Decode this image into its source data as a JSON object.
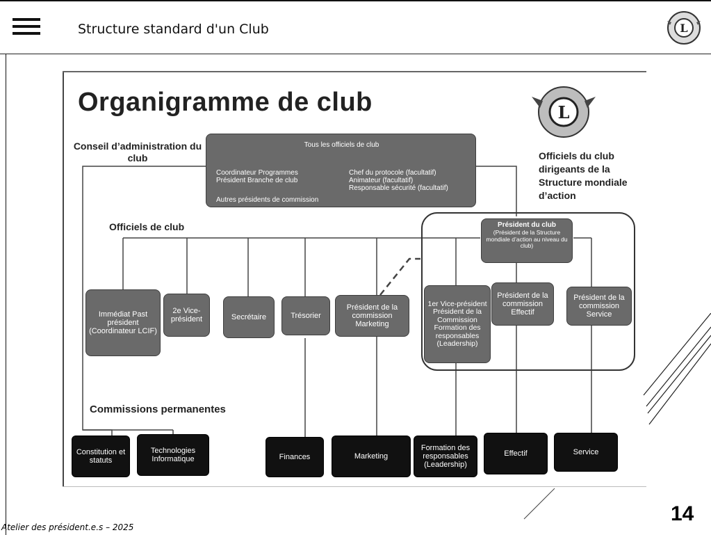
{
  "header": {
    "title": "Structure standard d'un Club",
    "menu_icon": "hamburger-menu-icon",
    "logo_icon": "lions-logo-icon"
  },
  "diagram": {
    "title": "Organigramme de club",
    "conseil_label": "Conseil d’administration du club",
    "officiels_label": "Officiels de club",
    "commissions_label": "Commissions permanentes",
    "side_text": "Officiels du club dirigeants de la Structure mondiale d’action",
    "top_box": {
      "heading": "Tous les officiels de club",
      "left_lines": [
        "Coordinateur Programmes",
        "Président Branche de club"
      ],
      "right_lines": [
        "Chef du protocole (facultatif)",
        "Animateur (facultatif)",
        "Responsable sécurité (facultatif)"
      ],
      "bottom_line": "Autres présidents de commission"
    },
    "president": {
      "title": "Président du club",
      "sub": "(Président de la Structure mondiale d’action au niveau du club)"
    },
    "officers": {
      "past_president": "Immédiat Past président (Coordinateur LCIF)",
      "second_vp": "2e Vice-président",
      "secretary": "Secrétaire",
      "treasurer": "Trésorier",
      "marketing": "Président de la commission Marketing",
      "first_vp": "1er Vice-président Président de la Commission Formation des responsables (Leadership)",
      "membership": "Président de la commission Effectif",
      "service": "Président de la commission Service"
    },
    "committees": {
      "constitution": "Constitution et statuts",
      "technology": "Technologies Informatique",
      "finances": "Finances",
      "marketing": "Marketing",
      "leadership": "Formation des responsables (Leadership)",
      "membership": "Effectif",
      "service": "Service"
    },
    "colors": {
      "officer_box": "#6a6a6a",
      "committee_box": "#111111",
      "lines": "#444444"
    }
  },
  "footer": {
    "text": "Atelier des président.e.s – 2025",
    "page_number": "14"
  }
}
